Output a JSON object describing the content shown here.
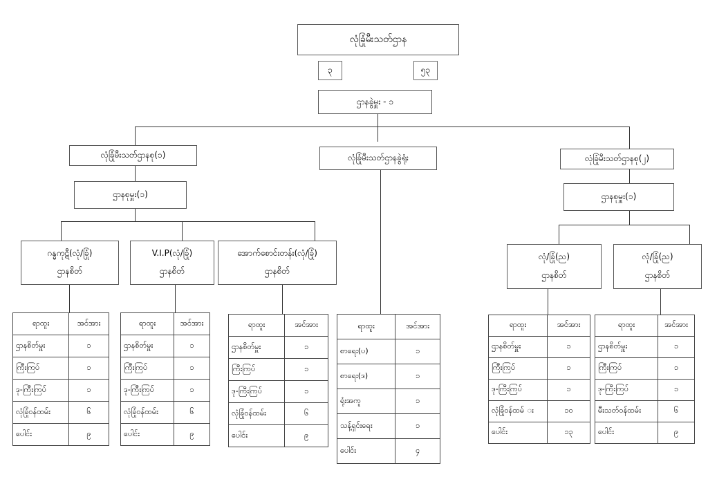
{
  "diagram": {
    "top_title": "လုံခြုံမီးသတ်ဌာန",
    "small_left": "၃",
    "small_right": "၅၃",
    "head": "ဌာနခွဲမှူး - ၁",
    "branch_left": "လုံခြုံမီးသတ်ဌာနစု(၁)",
    "branch_center": "လုံခြုံမီးသတ်ဌာနခွဲရုံး",
    "branch_right": "လုံခြုံမီးသတ်ဌာနစု(၂)",
    "sub_left": "ဌာနစုမှူး(၁)",
    "sub_right": "ဌာနစုမှူး(၁)",
    "units": [
      {
        "l1": "ဂန္ဓကုဋီ(လုံ/ခြုံ)",
        "l2": "ဌာနစိတ်"
      },
      {
        "l1": "V.I.P(လုံ/ခြုံ)",
        "l2": "ဌာနစိတ်"
      },
      {
        "l1": "အောက်စောင်းတန်း(လုံ/ခြုံ)",
        "l2": "ဌာနစိတ်"
      },
      {
        "l1": "လုံ/ခြုံ(ည)",
        "l2": "ဌာနစိတ်"
      },
      {
        "l1": "လုံ/ခြုံ(ည)",
        "l2": "ဌာနစိတ်"
      }
    ],
    "tables": [
      {
        "header": [
          "ရာထူး",
          "အင်အား"
        ],
        "rows": [
          [
            "ဌာနစိတ်မှူး",
            "၁"
          ],
          [
            "ကြီးကြပ်",
            "၁"
          ],
          [
            "ဒု-ကြီးကြပ်",
            "၁"
          ],
          [
            "လုံခြုံဝန်ထမ်း",
            "၆"
          ],
          [
            "ပေါင်း",
            "၉"
          ]
        ]
      },
      {
        "header": [
          "ရာထူး",
          "အင်အား"
        ],
        "rows": [
          [
            "ဌာနစိတ်မှူး",
            "၁"
          ],
          [
            "ကြီးကြပ်",
            "၁"
          ],
          [
            "ဒု-ကြီးကြပ်",
            "၁"
          ],
          [
            "လုံခြုံဝန်ထမ်း",
            "၆"
          ],
          [
            "ပေါင်း",
            "၉"
          ]
        ]
      },
      {
        "header": [
          "ရာထူး",
          "အင်အား"
        ],
        "rows": [
          [
            "ဌာနစိတ်မှူး",
            "၁"
          ],
          [
            "ကြီးကြပ်",
            "၁"
          ],
          [
            "ဒု-ကြီးကြပ်",
            "၁"
          ],
          [
            "လုံခြုံဝန်ထမ်း",
            "၆"
          ],
          [
            "ပေါင်း",
            "၉"
          ]
        ]
      },
      {
        "header": [
          "ရာထူး",
          "အင်အား"
        ],
        "rows": [
          [
            "စာရေး(ပ)",
            "၁"
          ],
          [
            "စာရေး(ဒ)",
            "၁"
          ],
          [
            "ရုံးအကူ",
            "၁"
          ],
          [
            "သန့်ရှင်းရေး",
            "၁"
          ],
          [
            "ပေါင်း",
            "၄"
          ]
        ]
      },
      {
        "header": [
          "ရာထူး",
          "အင်အား"
        ],
        "rows": [
          [
            "ဌာနစိတ်မှူး",
            "၁"
          ],
          [
            "ကြီးကြပ်",
            "၁"
          ],
          [
            "ဒု-ကြီးကြပ်",
            "၁"
          ],
          [
            "လုံခြုံဝန်ထမ် း",
            "၁၀"
          ],
          [
            "ပေါင်း",
            "၁၃"
          ]
        ]
      },
      {
        "header": [
          "ရာထူး",
          "အင်အား"
        ],
        "rows": [
          [
            "ဌာနစိတ်မှူး",
            "၁"
          ],
          [
            "ကြီးကြပ်",
            "၁"
          ],
          [
            "ဒု-ကြီးကြပ်",
            "၁"
          ],
          [
            "မီးသတ်ဝန်ထမ်း",
            "၆"
          ],
          [
            "ပေါင်း",
            "၉"
          ]
        ]
      }
    ]
  }
}
